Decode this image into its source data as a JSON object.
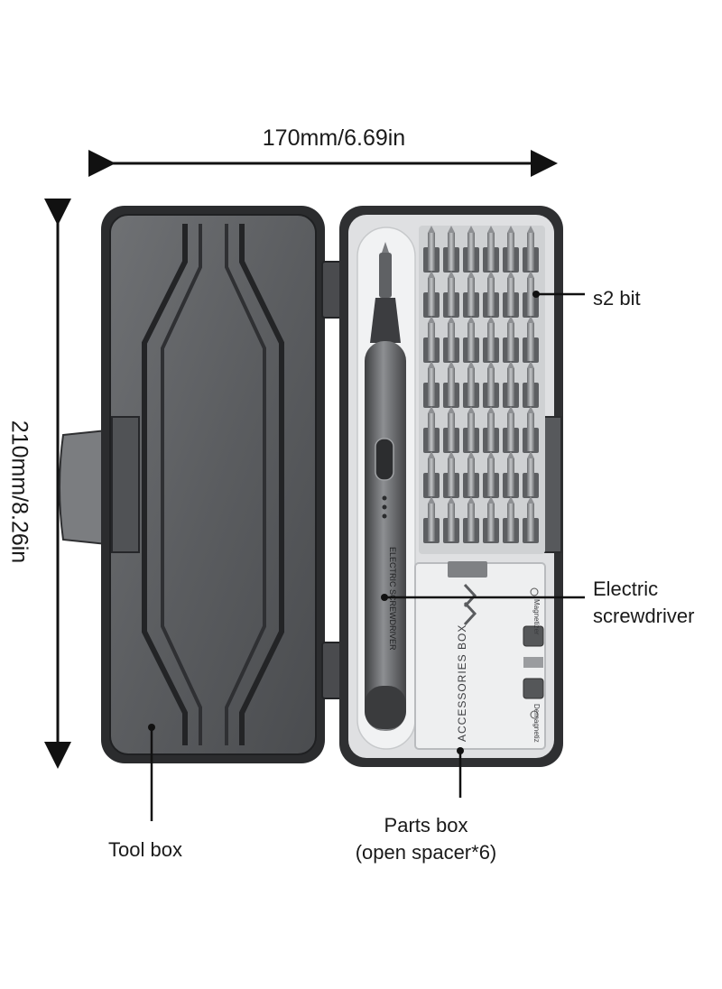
{
  "dimensions": {
    "width_label": "170mm/6.69in",
    "height_label": "210mm/8.26in"
  },
  "callouts": {
    "s2_bit": "s2 bit",
    "electric_screwdriver_line1": "Electric",
    "electric_screwdriver_line2": "screwdriver",
    "tool_box": "Tool box",
    "parts_box_line1": "Parts box",
    "parts_box_line2": "(open spacer*6)"
  },
  "case_text": {
    "accessories_box": "ACCESSORIES BOX",
    "magnetizer": "Magnetizer",
    "demagnetizer": "Demagnetiz",
    "driver_text": "ELECTRIC SCREWDRIVER"
  },
  "bit_grid": {
    "columns": 6,
    "rows": 7
  },
  "colors": {
    "case_dark": "#3a3b3d",
    "case_mid": "#8a8c8e",
    "tray_light": "#e9eaec",
    "bit_metal": "#9a9c9f"
  }
}
